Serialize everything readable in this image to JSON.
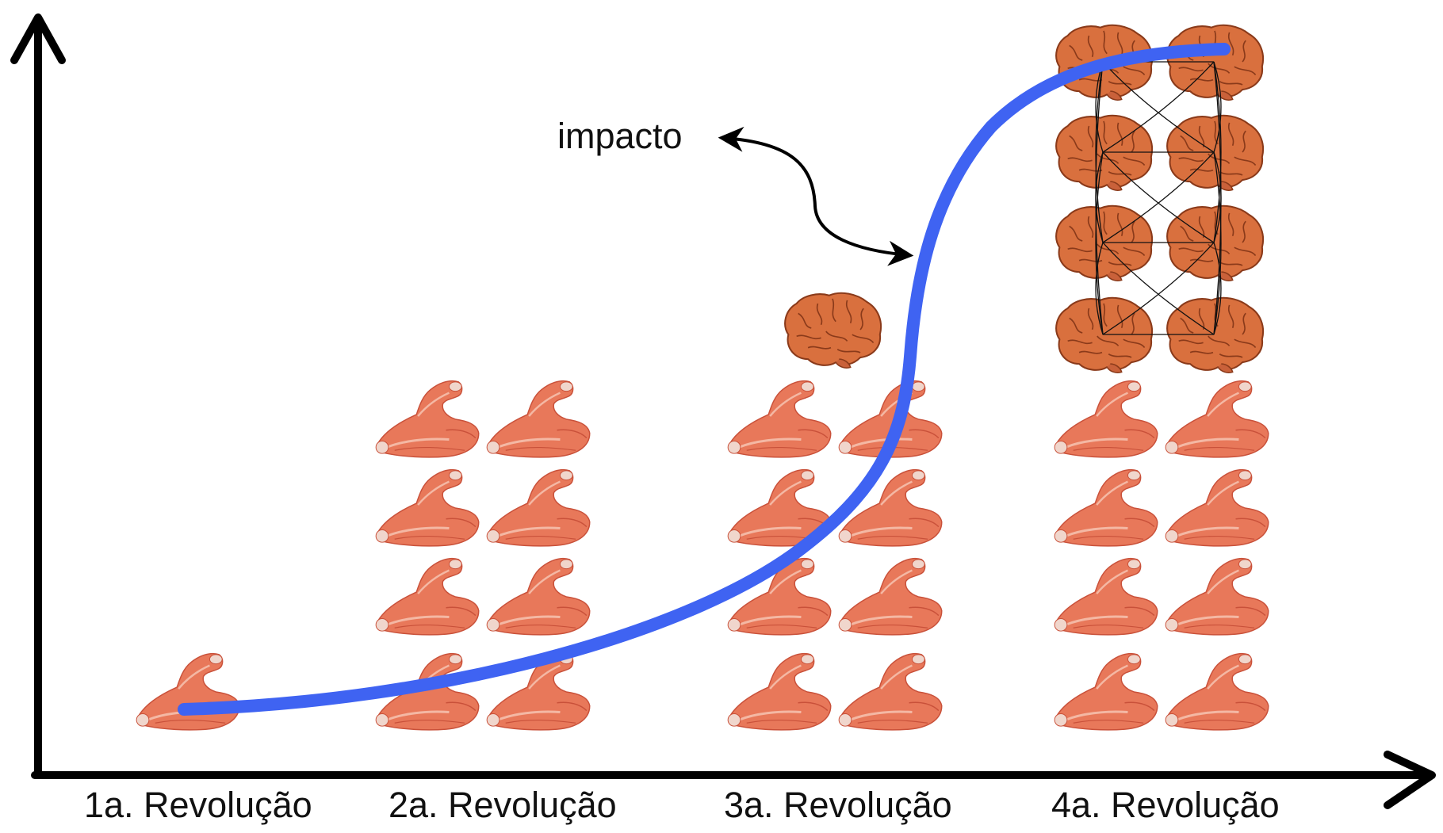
{
  "annotation": {
    "impact_label": "impacto"
  },
  "revolutions": [
    {
      "label": "1a. Revolução",
      "arms": 1,
      "brains": 0
    },
    {
      "label": "2a. Revolução",
      "arms": 8,
      "brains": 0
    },
    {
      "label": "3a. Revolução",
      "arms": 8,
      "brains": 1
    },
    {
      "label": "4a. Revolução",
      "arms": 8,
      "brains": 8,
      "brains_networked": true
    }
  ],
  "colors": {
    "axis": "#000000",
    "curve": "#3f63f2",
    "muscle": "#e8785a",
    "muscle_dark": "#c9513a",
    "brain": "#d9703e",
    "brain_dark": "#8a3a1a"
  },
  "icons": {
    "arm": "flexed-arm-icon",
    "brain": "brain-icon"
  }
}
